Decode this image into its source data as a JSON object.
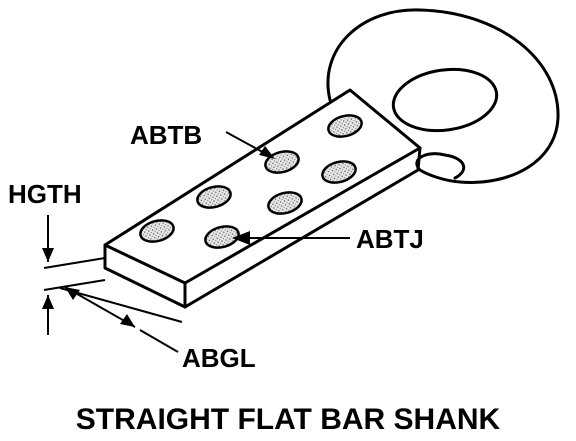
{
  "title": "STRAIGHT FLAT BAR SHANK",
  "labels": {
    "abtb": "ABTB",
    "abtj": "ABTJ",
    "hgth": "HGTH",
    "abgl": "ABGL"
  }
}
